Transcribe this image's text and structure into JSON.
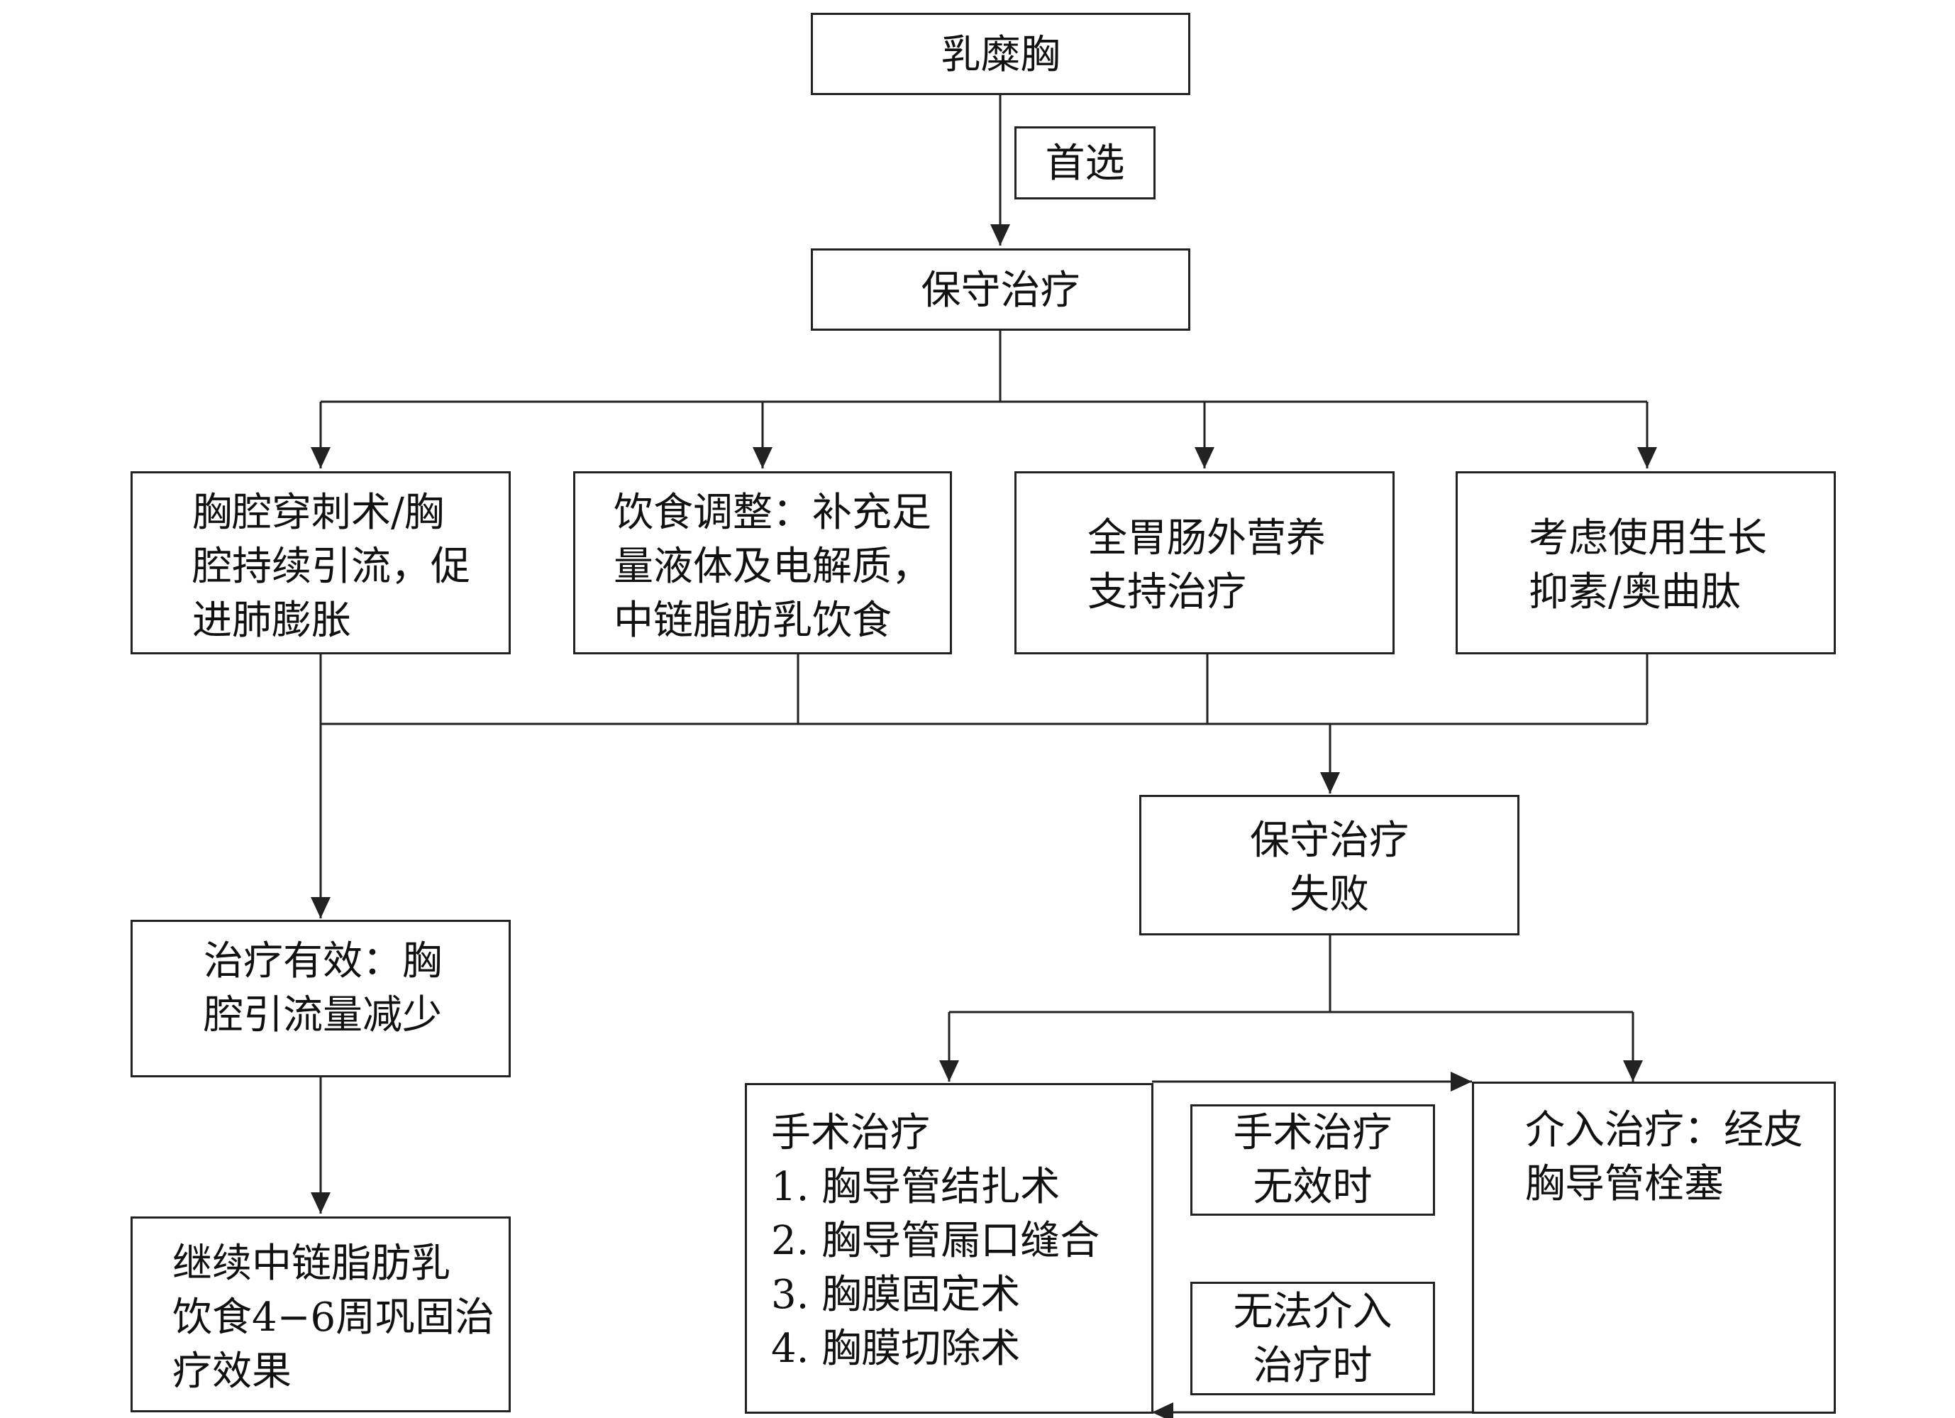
{
  "nodes": {
    "chylothorax": "乳糜胸",
    "first_choice": "首选",
    "conservative": "保守治疗",
    "drainage": [
      "胸腔穿刺术/胸",
      "腔持续引流，促",
      "进肺膨胀"
    ],
    "diet": [
      "饮食调整：补充足",
      "量液体及电解质，",
      "中链脂肪乳饮食"
    ],
    "tpn": [
      "全胃肠外营养",
      "支持治疗"
    ],
    "somatostatin": [
      "考虑使用生长",
      "抑素/奥曲肽"
    ],
    "failure": [
      "保守治疗",
      "失败"
    ],
    "effective": [
      "治疗有效：胸",
      "腔引流量减少"
    ],
    "continue": [
      "继续中链脂肪乳",
      "饮食4−6周巩固治",
      "疗效果"
    ],
    "surgery": [
      "手术治疗",
      "1. 胸导管结扎术",
      "2. 胸导管屚口缝合",
      "3. 胸膜固定术",
      "4. 胸膜切除术"
    ],
    "surgery_ineffective": [
      "手术治疗",
      "无效时"
    ],
    "no_intervention": [
      "无法介入",
      "治疗时"
    ],
    "intervention": [
      "介入治疗：经皮",
      "胸导管栓塞"
    ]
  }
}
